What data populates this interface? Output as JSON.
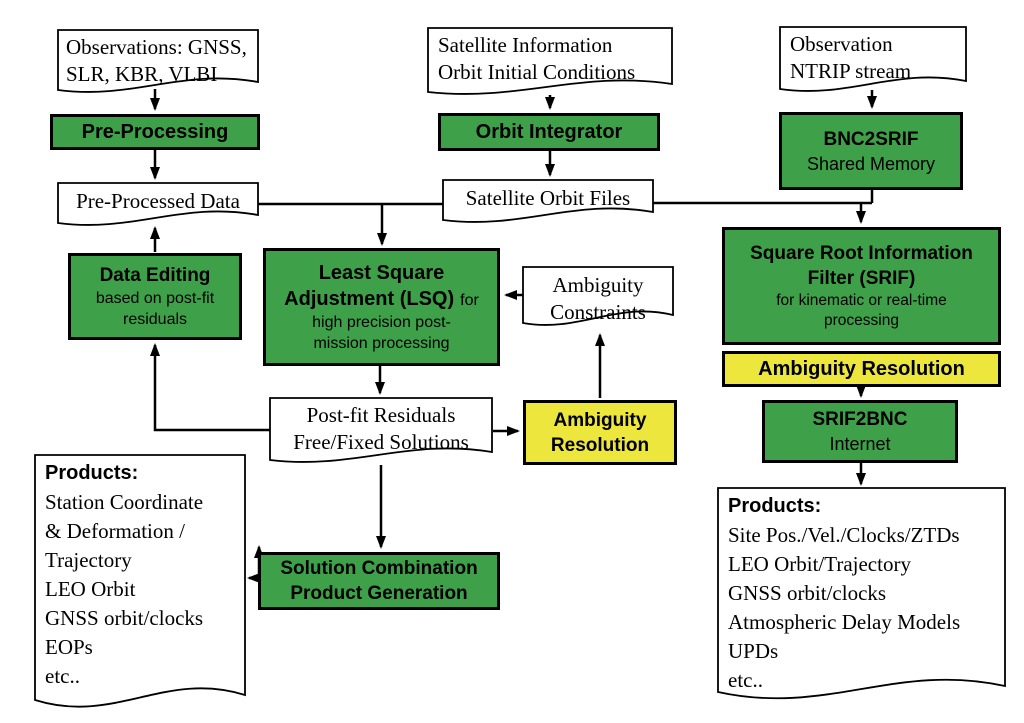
{
  "diagram": {
    "title": "GNSS processing software flowchart",
    "colors": {
      "process_green": "#3EA049",
      "highlight_yellow": "#EDE63C",
      "line_black": "#000000",
      "document_fill": "#ffffff"
    },
    "nodes": {
      "observations_doc": {
        "line1": "Observations: GNSS,",
        "line2": "SLR, KBR, VLBI"
      },
      "pre_processing": {
        "label": "Pre-Processing"
      },
      "pre_processed_data": {
        "label": "Pre-Processed Data"
      },
      "satellite_info_doc": {
        "line1": "Satellite Information",
        "line2": "Orbit Initial Conditions"
      },
      "orbit_integrator": {
        "label": "Orbit Integrator"
      },
      "satellite_orbit_files": {
        "label": "Satellite Orbit Files"
      },
      "ntrip_doc": {
        "line1": "Observation",
        "line2": "NTRIP stream"
      },
      "bnc2srif": {
        "title": "BNC2SRIF",
        "subtitle": "Shared Memory"
      },
      "data_editing": {
        "title": "Data Editing",
        "sub1": "based on post-fit",
        "sub2": "residuals"
      },
      "lsq": {
        "title1": "Least Square",
        "title2": "Adjustment (LSQ)",
        "title2_suffix": "for",
        "sub1": "high precision post-",
        "sub2": "mission processing"
      },
      "ambiguity_constraints": {
        "line1": "Ambiguity",
        "line2": "Constraints"
      },
      "srif": {
        "title1": "Square Root Information",
        "title2": "Filter (SRIF)",
        "sub1": "for kinematic or real-time",
        "sub2": "processing"
      },
      "ambiguity_resolution_rt": {
        "label": "Ambiguity Resolution"
      },
      "srif2bnc": {
        "title": "SRIF2BNC",
        "subtitle": "Internet"
      },
      "postfit_doc": {
        "line1": "Post-fit Residuals",
        "line2": "Free/Fixed Solutions"
      },
      "ambiguity_resolution_post": {
        "line1": "Ambiguity",
        "line2": "Resolution"
      },
      "solution_combination": {
        "line1": "Solution Combination",
        "line2": "Product Generation"
      },
      "products_left": {
        "heading": "Products:",
        "items": [
          "Station Coordinate",
          "& Deformation /",
          "Trajectory",
          "LEO Orbit",
          "GNSS orbit/clocks",
          "EOPs",
          "etc.."
        ]
      },
      "products_right": {
        "heading": "Products:",
        "items": [
          "Site Pos./Vel./Clocks/ZTDs",
          "LEO Orbit/Trajectory",
          "GNSS orbit/clocks",
          "Atmospheric Delay Models",
          "UPDs",
          "etc.."
        ]
      }
    }
  }
}
